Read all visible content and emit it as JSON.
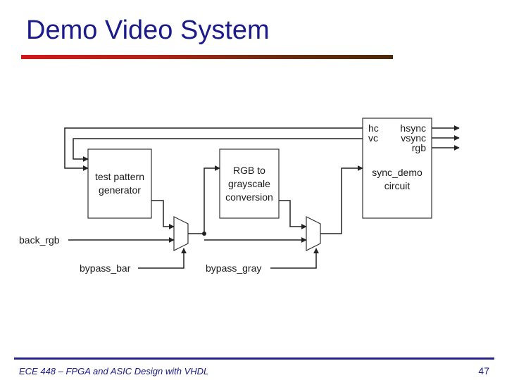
{
  "slide": {
    "title": "Demo Video System",
    "footer": "ECE 448 – FPGA and ASIC Design with VHDL",
    "page_number": "47",
    "colors": {
      "title": "#1a1a8c",
      "rule_start": "#d01818",
      "rule_end": "#4a2a0a",
      "footer_rule": "#24248c"
    }
  },
  "diagram": {
    "blocks": {
      "test_pattern": [
        "test pattern",
        "generator"
      ],
      "rgb_to_gray": [
        "RGB to",
        "grayscale",
        "conversion"
      ],
      "sync_demo": [
        "sync_demo",
        "circuit"
      ]
    },
    "ports": {
      "hc": "hc",
      "vc": "vc",
      "hsync": "hsync",
      "vsync": "vsync",
      "rgb": "rgb"
    },
    "inputs": {
      "back_rgb": "back_rgb",
      "bypass_bar": "bypass_bar",
      "bypass_gray": "bypass_gray"
    }
  }
}
